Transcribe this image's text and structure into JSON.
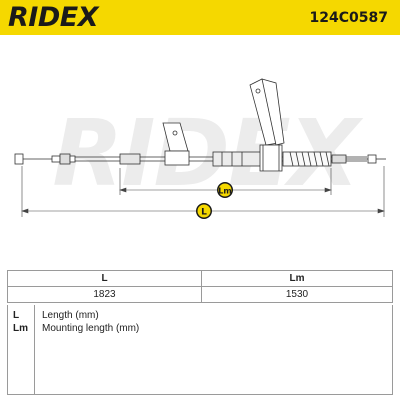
{
  "header": {
    "brand": "RIDEX",
    "part_number": "124C0587"
  },
  "diagram": {
    "watermark": "RIDEX",
    "dim_L_label": "L",
    "dim_Lm_label": "Lm"
  },
  "table": {
    "headers": [
      "L",
      "Lm"
    ],
    "values": [
      "1823",
      "1530"
    ]
  },
  "legend": {
    "items": [
      {
        "key": "L",
        "text": "Length (mm)"
      },
      {
        "key": "Lm",
        "text": "Mounting length (mm)"
      }
    ]
  },
  "colors": {
    "header_bg": "#f5d800",
    "badge_bg": "#f5d800"
  }
}
